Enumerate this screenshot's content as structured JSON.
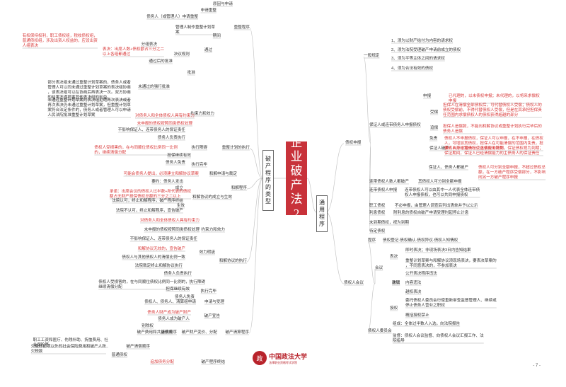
{
  "core": {
    "title": [
      "企",
      "业",
      "破",
      "产",
      "法",
      "2"
    ]
  },
  "branches": {
    "left": [
      "破",
      "产",
      "程",
      "序",
      "的",
      "类",
      "型"
    ],
    "right": [
      "通",
      "用",
      "程",
      "序"
    ]
  },
  "left_nodes": [
    {
      "text": "原因与申请",
      "red": false
    },
    {
      "text": "申请重整",
      "red": false
    },
    {
      "text": "债务人（或管理人）申请重整",
      "red": false
    },
    {
      "text": "管理人制作重整计划草案",
      "red": false
    },
    {
      "text": "期间",
      "red": false
    },
    {
      "text": "有权保持权利，职工债权组，税收债权组，普通债权组，涉及出资人权益的，应设出资人组表决",
      "red": true
    },
    {
      "text": "分组表决",
      "red": false
    },
    {
      "text": "表决：出席人数+债权额占三分之二以上各组都通过",
      "red": true
    },
    {
      "text": "决议规则",
      "red": false
    },
    {
      "text": "通过",
      "red": false
    },
    {
      "text": "重整程序",
      "red": false
    },
    {
      "text": "通过后的批准",
      "red": false
    },
    {
      "text": "批准",
      "red": false
    },
    {
      "text": "部分表决组未通过重整计划草案的，债务人或者管理人可以同未通过重整计划草案的表决组协商，该表决组可以在协商后再表决一次。双方协商的结果不得损害其他表决组的利益。",
      "red": false
    },
    {
      "text": "未通过的强行批准",
      "red": false
    },
    {
      "text": "未通过重整计划草案的表决组拒绝再次表决或者再次表决仍未通过重整计划草案，但重整计划草案符合法定条件的，债务人或者管理人可以申请人民法院批准重整计划草案",
      "red": false
    },
    {
      "text": "对债务人和全体债权人具有约束力",
      "red": true
    },
    {
      "text": "未申报的债权按照同类债权处理",
      "red": true
    },
    {
      "text": "约束力和效力",
      "red": false
    },
    {
      "text": "不影响保证人、连带债务人的保证责任",
      "red": false
    },
    {
      "text": "债务人负责执行",
      "red": false
    },
    {
      "text": "债权人受损害的，在与同顺位债权比例同一比例的，继续清偿分配",
      "red": true
    },
    {
      "text": "执行障碍",
      "red": false
    },
    {
      "text": "担保继续有效",
      "red": false
    },
    {
      "text": "重整计划的执行",
      "red": false
    },
    {
      "text": "债务人免责",
      "red": false
    },
    {
      "text": "执行完毕",
      "red": false
    },
    {
      "text": "可能会债务人提出，必须建立和解协议草案",
      "red": true
    },
    {
      "text": "和解申请与裁定",
      "red": false
    },
    {
      "text": "要约：债务人发出",
      "red": false
    },
    {
      "text": "成立",
      "red": false
    },
    {
      "text": "和解程序",
      "red": false
    },
    {
      "text": "承诺：出席会议的债权人过半数+所代表的债权额占无财产担保债权总额的三分之二以上",
      "red": true
    },
    {
      "text": "和解协议的成立与生效",
      "red": false
    },
    {
      "text": "法院认可，终止和解程序，破产程序终结",
      "red": false
    },
    {
      "text": "生效",
      "red": false
    },
    {
      "text": "法院不认可，终止和解程序，宣告破产",
      "red": false
    },
    {
      "text": "对债务人和全体债权人具有约束力",
      "red": true
    },
    {
      "text": "未申报的债权按照同类债权处理",
      "red": false
    },
    {
      "text": "约束力和效力",
      "red": false
    },
    {
      "text": "不影响保证人、连带债务人的保证责任",
      "red": false
    },
    {
      "text": "和解协议无效的，宣告破产",
      "red": true
    },
    {
      "text": "债权人与其他债权人的清偿比例一致",
      "red": false
    },
    {
      "text": "效力瑕疵",
      "red": false
    },
    {
      "text": "法院裁定终止和解协议执行",
      "red": false
    },
    {
      "text": "债务人负责执行",
      "red": false
    },
    {
      "text": "和解协议的执行",
      "red": false
    },
    {
      "text": "债权人受损害的，在与同顺位债权比例同一比例的，继续清偿分配",
      "red": false
    },
    {
      "text": "执行障碍",
      "red": false
    },
    {
      "text": "担保继续有效",
      "red": false
    },
    {
      "text": "债务人免责",
      "red": false
    },
    {
      "text": "执行完毕",
      "red": false
    },
    {
      "text": "债权人、债务人、清算组申请",
      "red": false
    },
    {
      "text": "申请与受理",
      "red": false
    },
    {
      "text": "债务人财产成为破产财产",
      "red": true
    },
    {
      "text": "债务人成为破产人",
      "red": false
    },
    {
      "text": "破产宣告",
      "red": false
    },
    {
      "text": "别除权",
      "red": false
    },
    {
      "text": "清偿顺序",
      "red": false
    },
    {
      "text": "破产费用和共益债务",
      "red": false
    },
    {
      "text": "破产财产变价、分配",
      "red": false
    },
    {
      "text": "破产清算程序",
      "red": false
    },
    {
      "text": "职工工资和医疗、伤残补助、抚恤费用、社会保险等",
      "red": false
    },
    {
      "text": "欠缴除前项以外的社会保险费用和破产人所欠税款",
      "red": false
    },
    {
      "text": "破产清偿顺序",
      "red": false
    },
    {
      "text": "普通债权",
      "red": false
    },
    {
      "text": "追加债务分配",
      "red": true
    },
    {
      "text": "破产程序终结",
      "red": false
    }
  ],
  "right_nodes": [
    {
      "text": "一般规定",
      "red": false
    },
    {
      "text": "1、须为以财产给付为内容的请求权",
      "red": false
    },
    {
      "text": "2、须为法院受理破产申请前成立的债权",
      "red": false
    },
    {
      "text": "3、须为平等主体之间的请求权",
      "red": false
    },
    {
      "text": "4、须为合法有效的债权",
      "red": false
    },
    {
      "text": "申报",
      "red": false
    },
    {
      "text": "已代理的，以未债权申报；未代理的，以将来求偿权申报",
      "red": true
    },
    {
      "text": "保证人或连带债务人申报债权",
      "red": false
    },
    {
      "text": "受偿",
      "red": false
    },
    {
      "text": "担保人在清偿全部债权后，可代替债权人受偿；债权人的债权受偿前，不得代替债权人受偿，但是在其承担担保责任范围内求偿债权人的债权获得超越的部分",
      "red": true
    },
    {
      "text": "追偿",
      "red": false
    },
    {
      "text": "担保人追偿款，不能向和解协议或重整计划执行完毕后的债务人追偿",
      "red": true
    },
    {
      "text": "免责",
      "red": false
    },
    {
      "text": "债权人不申报债权，保证人可以申报，在不申报，在债权人，可增加其债权，担保人在可能清偿的范围内免责，担保人自身过错未行使追偿权的除外",
      "red": true
    },
    {
      "text": "保证人破产",
      "red": false
    },
    {
      "text": "债权人可申报债权，主债务未到期，保证债权视为到期；保证期间，保证人已经清偿能力的主债务人的保证责任",
      "red": true
    },
    {
      "text": "保证人、债务人都破产",
      "red": false
    },
    {
      "text": "债权人可分别全额申报，不超过债权总额，在一方破产程序受偿部分，不影响向另一方破产程序申报",
      "red": true
    },
    {
      "text": "债权申报",
      "red": false
    },
    {
      "text": "连带债权人数人都破产",
      "red": false
    },
    {
      "text": "其债权人可分别全额申报",
      "red": false
    },
    {
      "text": "连带债权人申报",
      "red": false
    },
    {
      "text": "连带债权人可以由其中一人代表全体连带债权人申报债权，也可以共同申报债权",
      "red": false
    },
    {
      "text": "职工债权",
      "red": false
    },
    {
      "text": "不必申报，由管理人调查后列出清单并予以公示",
      "red": false
    },
    {
      "text": "利息债权",
      "red": false
    },
    {
      "text": "附利息的债权自破产申请受理时起停止计息",
      "red": false
    },
    {
      "text": "未到期债权，视为到期",
      "red": false
    },
    {
      "text": "待定债权",
      "red": false
    },
    {
      "text": "程序",
      "red": false
    },
    {
      "text": "债权登记·债权确认·债权异议·债权人知情权",
      "red": false
    },
    {
      "text": "表决",
      "red": false
    },
    {
      "text": "即时表决；非现场表决3日内告知结果",
      "red": false
    },
    {
      "text": "重整计划草案与和解协议须现场表决，要表决草案的，不同意表决的，不参加表决",
      "red": false
    },
    {
      "text": "会议",
      "red": false
    },
    {
      "text": "决议",
      "red": false
    },
    {
      "text": "公开表决程序违法",
      "red": false
    },
    {
      "text": "撤销",
      "red": false
    },
    {
      "text": "内容违法",
      "red": false
    },
    {
      "text": "越权表决",
      "red": false
    },
    {
      "text": "债权人会议",
      "red": false
    },
    {
      "text": "委托债权人委员会行使重新审查监督管理人、继续或停止债务人营业之职权",
      "red": false
    },
    {
      "text": "授权",
      "red": false
    },
    {
      "text": "概括授权禁止",
      "red": false
    },
    {
      "text": "组成：全体过半数人入选，向法院报告",
      "red": false
    },
    {
      "text": "债权人委员会",
      "red": false
    },
    {
      "text": "监督：债权人会议监督、向债权人会议汇报工作、法院指导",
      "red": false
    }
  ],
  "logo": {
    "seal": "政",
    "name": "中国政法大学",
    "sub": "法律职业资格考试学院"
  },
  "page_number": "- 7 -"
}
